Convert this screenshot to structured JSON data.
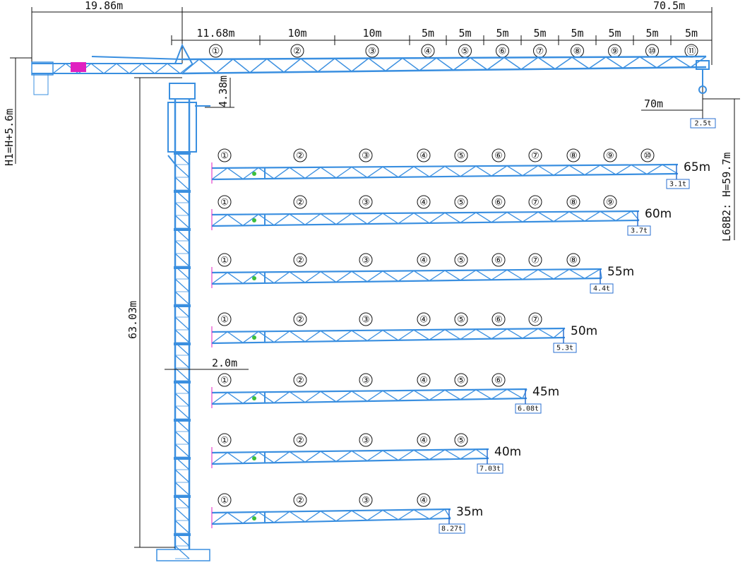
{
  "colors": {
    "structure": "#3a8fe0",
    "counterweight": "#e020c0",
    "outline": "#111111",
    "accent": "#2a6fd0"
  },
  "top_dimensions": {
    "counter_jib": "19.86m",
    "jib_total": "70.5m"
  },
  "jib_sections": [
    {
      "num": "①",
      "len": "11.68m"
    },
    {
      "num": "②",
      "len": "10m"
    },
    {
      "num": "③",
      "len": "10m"
    },
    {
      "num": "④",
      "len": "5m"
    },
    {
      "num": "⑤",
      "len": "5m"
    },
    {
      "num": "⑥",
      "len": "5m"
    },
    {
      "num": "⑦",
      "len": "5m"
    },
    {
      "num": "⑧",
      "len": "5m"
    },
    {
      "num": "⑨",
      "len": "5m"
    },
    {
      "num": "⑩",
      "len": "5m"
    },
    {
      "num": "⑪",
      "len": "5m"
    }
  ],
  "tower": {
    "h1": "H1=H+5.6m",
    "head_height": "4.38m",
    "height": "63.03m",
    "width": "2.0m",
    "model_height": "L68B2: H=59.7m"
  },
  "tip": {
    "radius": "70m",
    "load": "2.5t"
  },
  "jib_configs": [
    {
      "length": "65m",
      "load": "3.1t",
      "sections": [
        "①",
        "②",
        "③",
        "④",
        "⑤",
        "⑥",
        "⑦",
        "⑧",
        "⑨",
        "⑩"
      ]
    },
    {
      "length": "60m",
      "load": "3.7t",
      "sections": [
        "①",
        "②",
        "③",
        "④",
        "⑤",
        "⑥",
        "⑦",
        "⑧",
        "⑨"
      ]
    },
    {
      "length": "55m",
      "load": "4.4t",
      "sections": [
        "①",
        "②",
        "③",
        "④",
        "⑤",
        "⑥",
        "⑦",
        "⑧"
      ]
    },
    {
      "length": "50m",
      "load": "5.3t",
      "sections": [
        "①",
        "②",
        "③",
        "④",
        "⑤",
        "⑥",
        "⑦"
      ]
    },
    {
      "length": "45m",
      "load": "6.08t",
      "sections": [
        "①",
        "②",
        "③",
        "④",
        "⑤",
        "⑥"
      ]
    },
    {
      "length": "40m",
      "load": "7.03t",
      "sections": [
        "①",
        "②",
        "③",
        "④",
        "⑤"
      ]
    },
    {
      "length": "35m",
      "load": "8.27t",
      "sections": [
        "①",
        "②",
        "③",
        "④"
      ]
    }
  ]
}
